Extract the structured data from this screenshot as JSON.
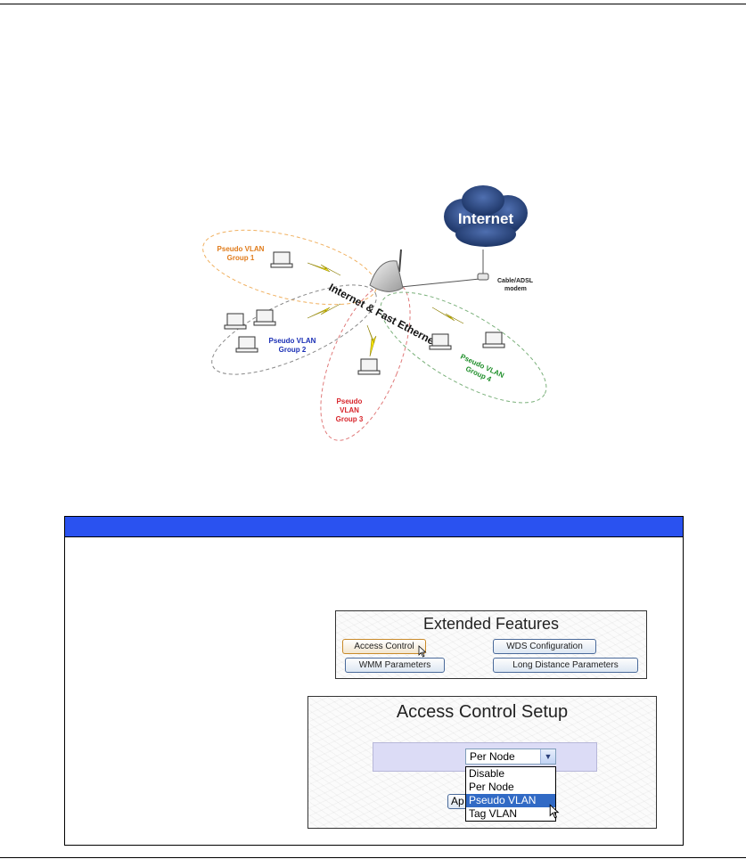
{
  "diagram": {
    "cloud_label": "Internet",
    "modem_label_line1": "Cable/ADSL",
    "modem_label_line2": "modem",
    "center_label": "Internet & Fast Ethernet",
    "groups": [
      {
        "line1": "Pseudo VLAN",
        "line2": "Group 1",
        "color": "#e07b1a"
      },
      {
        "line1": "Pseudo VLAN",
        "line2": "Group 2",
        "color": "#1a2fb5"
      },
      {
        "line1": "Pseudo",
        "line2": "VLAN",
        "line3": "Group 3",
        "color": "#d8252b"
      },
      {
        "line1": "Pseudo VLAN",
        "line2": "Group 4",
        "color": "#1f8f2a"
      }
    ]
  },
  "extended_features": {
    "title": "Extended Features",
    "buttons": {
      "access_control": "Access Control",
      "wds_configuration": "WDS Configuration",
      "wmm_parameters": "WMM Parameters",
      "long_distance_parameters": "Long Distance Parameters"
    }
  },
  "access_control_setup": {
    "title": "Access Control Setup",
    "selected_value": "Per Node",
    "options": [
      "Disable",
      "Per Node",
      "Pseudo VLAN",
      "Tag VLAN"
    ],
    "highlighted_option": "Pseudo VLAN",
    "apply_button_partial": "Ap"
  },
  "colors": {
    "panel_header": "#2a52f0",
    "selection_highlight": "#316ac5",
    "cloud": "#2f4e8a"
  }
}
